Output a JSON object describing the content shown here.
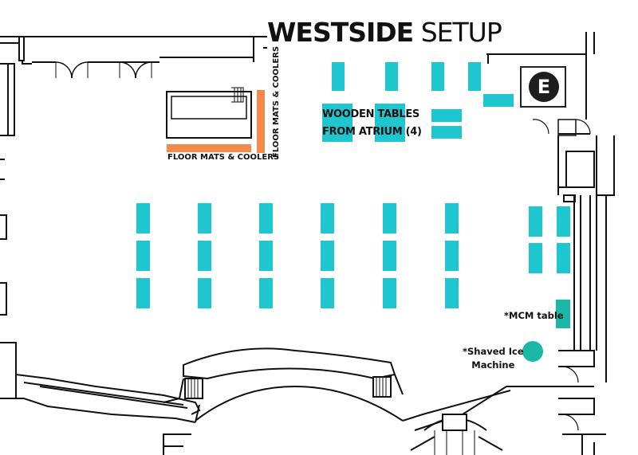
{
  "title": {
    "bold": "WESTSIDE",
    "thin": "SETUP"
  },
  "labels": {
    "floor_mats_horizontal": "FLOOR MATS & COOLERS",
    "floor_mats_vertical": "FLOOR MATS & COOLERS",
    "wooden_tables_line1": "WOODEN TABLES",
    "wooden_tables_line2": "FROM ATRIUM (4)",
    "mcm_table": "*MCM table",
    "shaved_ice_line1": "*Shaved Ice",
    "shaved_ice_line2": "Machine"
  },
  "exit_marker": "E",
  "colors": {
    "table": "#1ec7cf",
    "mats": "#f4894a",
    "ice_machine": "#1bb8a8",
    "walls": "#111111"
  }
}
